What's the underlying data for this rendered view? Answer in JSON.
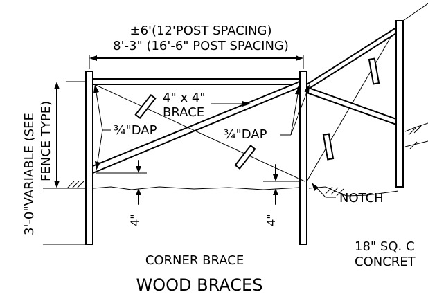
{
  "labels": {
    "spacing_1": "±6'(12'POST SPACING)",
    "spacing_2": "8'-3\" (16'-6\" POST SPACING)",
    "vertical_1": "3'-0\"VARIABLE (SEE",
    "vertical_2": "FENCE TYPE)",
    "brace_1": "4\" x 4\"",
    "brace_2": "BRACE",
    "dap_left": "¾\"DAP",
    "dap_right": "¾\"DAP",
    "dim_left": "4\"",
    "dim_right": "4\"",
    "notch": "NOTCH",
    "corner_brace": "CORNER BRACE",
    "wood_braces": "WOOD BRACES",
    "concrete_1": "18\" SQ. C",
    "concrete_2": "CONCRET"
  }
}
